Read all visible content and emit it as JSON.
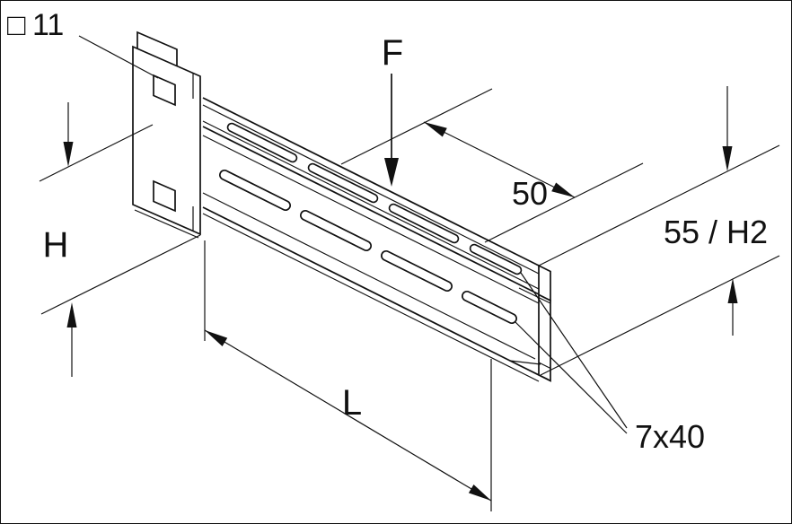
{
  "colors": {
    "line": "#111111",
    "background": "#ffffff"
  },
  "labels": {
    "square_symbol": "□",
    "square_hole_size": "11",
    "force": "F",
    "dim_50": "50",
    "dim_55_h2": "55 / H2",
    "dim_h": "H",
    "dim_l": "L",
    "slot_size": "7x40"
  }
}
